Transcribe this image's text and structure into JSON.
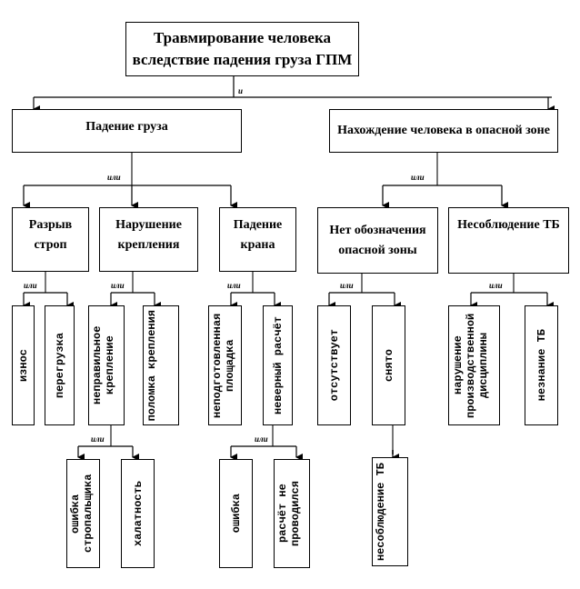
{
  "root": "Травмирование человека вследствие падения груза ГПМ",
  "root_gate": "и",
  "level1": {
    "left": "Падение груза",
    "right": "Нахождение человека в опасной зоне",
    "left_gate": "или",
    "right_gate": "или"
  },
  "level2": {
    "razryv": "Разрыв строп",
    "krepl": "Нарушение крепления",
    "kran": "Падение крана",
    "zona": "Нет обозначения опасной зоны",
    "tb": "Несоблюдение ТБ",
    "gate": "или"
  },
  "level3": {
    "iznos": "износ",
    "peregruzka": "перегрузка",
    "nepr_krepl": "неправильное крепление",
    "polomka": "поломка крепления",
    "neprigot": "неподготовленная площадка",
    "nevern": "неверный расчёт",
    "otsutstv": "отсутствует",
    "snyato": "снято",
    "narush_disc": "нарушение производственной дисциплины",
    "neznanie": "незнание ТБ"
  },
  "level4": {
    "gate": "или",
    "oshibka_strop": "ошибка стропальщика",
    "khalatnost": "халатность",
    "oshibka": "ошибка",
    "raschet_ne": "расчёт не проводился",
    "nesobl_tb": "несоблюдение ТБ"
  }
}
